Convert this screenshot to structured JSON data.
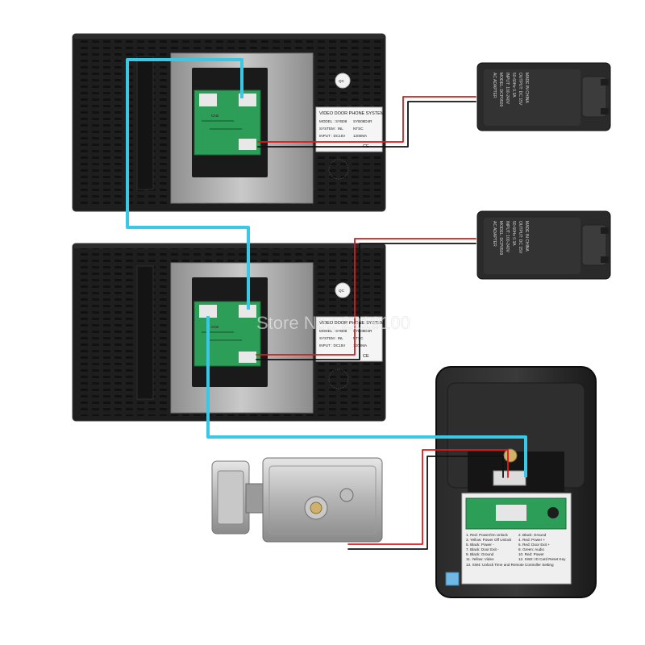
{
  "watermark": "Store No.: 2219100",
  "monitor_label": {
    "title": "VIDEO DOOR PHONE SYSTEM",
    "model": "MODEL : SYB08",
    "model_opt": "SYB08D4R",
    "system": "SYSTEM : INL",
    "system_opt": "NTSC",
    "input": "INPUT : DC15V",
    "current": "1200MA",
    "ce": "CE"
  },
  "qc_seal": "QC",
  "adapter_label": {
    "title": "AC ADAPTER",
    "model": "MODEL: DCP0509",
    "input": "INPUT: 100-240V",
    "freq": "50-60Hz 0.3A",
    "output": "OUTPUT: DC 15V",
    "made_in": "MADE IN CHINA"
  },
  "camera_legend": [
    "1. Red: Power/On Unlock",
    "2. Black: Ground",
    "3. Yellow: Power Off Unlock",
    "4. Red: Power +",
    "5. Black: Power -",
    "6. Red: Door Exit +",
    "7. Black: Door Exit -",
    "8. Green: Audio",
    "9. Black: Ground",
    "10. Red: Power",
    "11. Yellow: Video",
    "12. SW2: ID Card Reset Key",
    "13. SW4: Unlock Time and Remote Controller Setting"
  ],
  "connector_label": "CN2",
  "colors": {
    "monitor_body": "#1e1e1e",
    "plate": "#a9a9a9",
    "pcb": "#2d9e58",
    "signal_cable": "#39c8e6",
    "wire_red": "#e01818",
    "wire_black": "#111111"
  }
}
